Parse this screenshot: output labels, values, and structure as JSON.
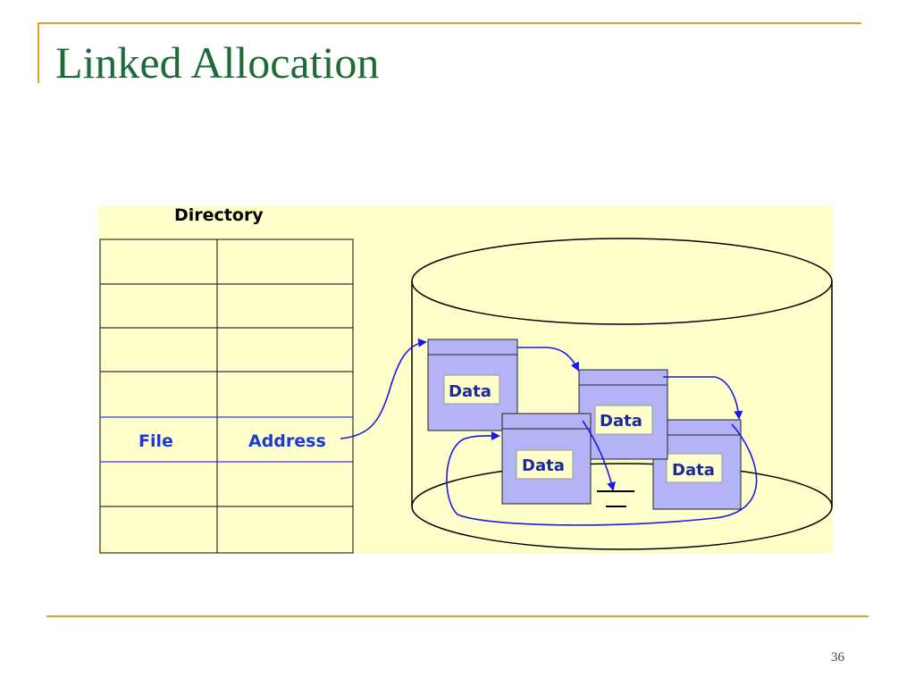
{
  "slide": {
    "title": "Linked Allocation",
    "page_number": "36"
  },
  "diagram": {
    "directory_title": "Directory",
    "directory_file_label": "File",
    "directory_address_label": "Address",
    "block_label": "Data",
    "colors": {
      "background": "#ffffcc",
      "block_fill": "#b3b3f5",
      "arrow": "#1a1ae6",
      "title_green": "#1e6b3a",
      "accent_orange": "#e0a030"
    }
  }
}
